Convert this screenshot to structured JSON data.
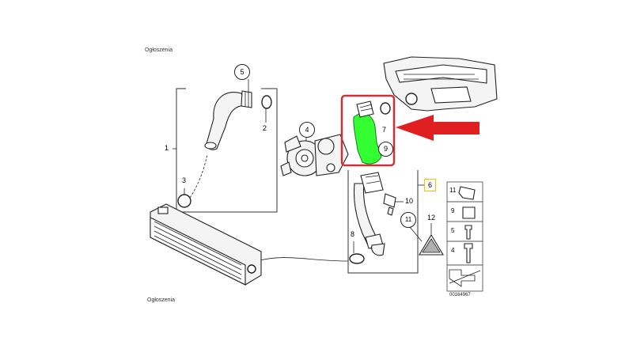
{
  "ads": {
    "top": "Ogłoszenia",
    "bottom": "Ogłoszenia"
  },
  "callouts": {
    "c1": "1",
    "c2": "2",
    "c3": "3",
    "c4": "4",
    "c5": "5",
    "c6": "6",
    "c7": "7",
    "c8": "8",
    "c9": "9",
    "c10": "10",
    "c11": "11",
    "c12": "12"
  },
  "legend": {
    "rows": [
      "11",
      "9",
      "5",
      "4"
    ]
  },
  "diagram_id": "00164967",
  "colors": {
    "highlight_green": "#33ff33",
    "highlight_border": "#d0303a",
    "arrow": "#e02020",
    "label6_border": "#e8c800"
  }
}
